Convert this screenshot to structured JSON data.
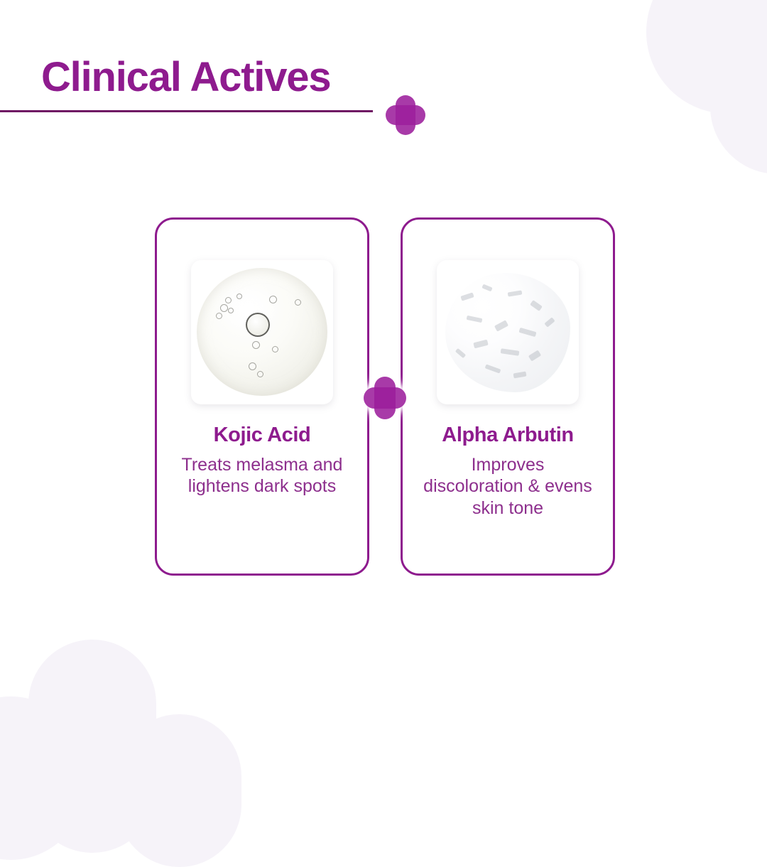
{
  "header": {
    "title": "Clinical Actives",
    "title_color": "#8e1b8e",
    "rule_color": "#6f1663",
    "plus_icon": "plus-cross-icon"
  },
  "theme": {
    "background": "#ffffff",
    "accent_purple": "#8e1b8e",
    "accent_purple_light": "#8d2f8d",
    "decor_lavender": "#f6f3f9"
  },
  "cards": [
    {
      "id": "kojic-acid",
      "name": "Kojic Acid",
      "description": "Treats melasma and lightens dark spots",
      "image_alt": "clear-gel-droplet-image"
    },
    {
      "id": "alpha-arbutin",
      "name": "Alpha Arbutin",
      "description": "Improves discoloration & evens skin tone",
      "image_alt": "white-powder-pile-image"
    }
  ],
  "center_divider_icon": "plus-cross-icon",
  "decorations": [
    "cloud-blob-top-right",
    "cloud-blob-bottom-left"
  ]
}
